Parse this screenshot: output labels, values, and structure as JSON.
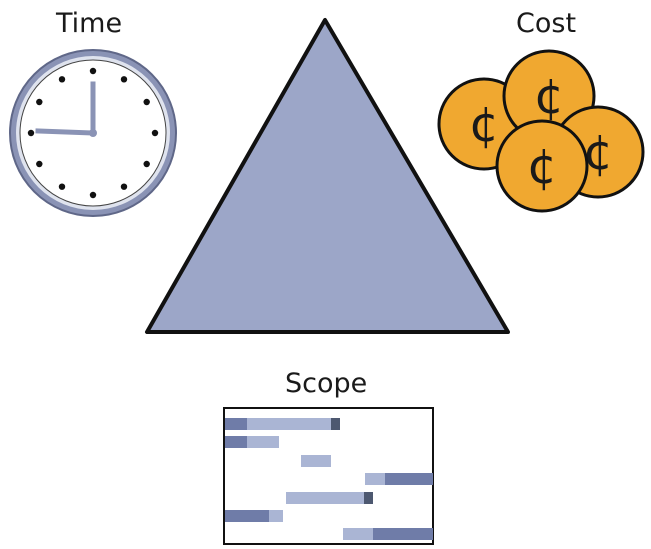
{
  "labels": {
    "time": "Time",
    "cost": "Cost",
    "scope": "Scope"
  },
  "coin_symbol": "¢",
  "colors": {
    "triangle": "#9ca6c8",
    "clock_rim": "#8a93b5",
    "coin": "#f0a830",
    "scope_bar_light": "#aab5d4",
    "scope_bar_dark": "#6f7ca8",
    "scope_bar_end": "#4d5870"
  }
}
